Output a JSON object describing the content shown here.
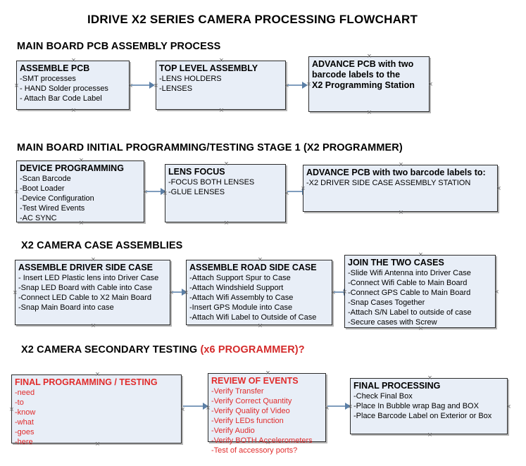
{
  "page": {
    "title": "IDRIVE X2  SERIES CAMERA PROCESSING FLOWCHART",
    "accent_color": "#d42a2a",
    "node_fill": "#e8eef7",
    "connector_color": "#5b7fa6"
  },
  "sections": [
    {
      "id": "main-board-pcb-assembly-process",
      "heading": "MAIN BOARD PCB ASSEMBLY PROCESS",
      "heading_accent": "",
      "nodes": [
        {
          "id": "assemble-pcb",
          "header": "ASSEMBLE PCB",
          "lines": [
            "-SMT processes",
            "- HAND Solder processes",
            "- Attach Bar Code Label"
          ]
        },
        {
          "id": "top-level-assembly",
          "header": "TOP LEVEL ASSEMBLY",
          "lines": [
            "-LENS HOLDERS",
            "-LENSES"
          ]
        },
        {
          "id": "advance-pcb-programming-station",
          "header": "ADVANCE PCB with two barcode labels to the  X2 Programming Station",
          "header_lines": [
            "ADVANCE PCB with two",
            "barcode labels to the",
            " X2 Programming Station"
          ],
          "lines": []
        }
      ]
    },
    {
      "id": "main-board-initial-programming",
      "heading": "MAIN BOARD INITIAL PROGRAMMING/TESTING STAGE 1 (X2 PROGRAMMER)",
      "heading_accent": "",
      "nodes": [
        {
          "id": "device-programming",
          "header": "DEVICE PROGRAMMING",
          "lines": [
            "-Scan Barcode",
            "-Boot Loader",
            "-Device Configuration",
            "-Test Wired Events",
            "-AC SYNC"
          ]
        },
        {
          "id": "lens-focus",
          "header": "LENS FOCUS",
          "lines": [
            "-FOCUS BOTH LENSES",
            "-GLUE LENSES"
          ]
        },
        {
          "id": "advance-pcb-driver-side-case",
          "header": "ADVANCE PCB with two barcode labels to:",
          "lines": [
            "-X2 DRIVER  SIDE  CASE  ASSEMBLY STATION"
          ]
        }
      ]
    },
    {
      "id": "x2-camera-case-assemblies",
      "heading": "X2 CAMERA CASE ASSEMBLIES",
      "heading_accent": "",
      "nodes": [
        {
          "id": "assemble-driver-side-case",
          "header": "ASSEMBLE DRIVER SIDE CASE",
          "lines": [
            "- Insert LED Plastic lens into Driver Case",
            "-Snap LED Board with Cable into Case",
            "-Connect LED Cable to X2 Main Board",
            "-Snap Main Board into case"
          ]
        },
        {
          "id": "assemble-road-side-case",
          "header": "ASSEMBLE ROAD SIDE CASE",
          "lines": [
            "-Attach Support Spur to Case",
            "-Attach Windshield Support",
            "-Attach Wifi Assembly to Case",
            "-Insert GPS Module into Case",
            "-Attach Wifi Label to Outside of Case"
          ]
        },
        {
          "id": "join-the-two-cases",
          "header": "JOIN THE TWO CASES",
          "lines": [
            "-Slide Wifi Antenna into Driver Case",
            "-Connect Wifi Cable to Main Board",
            "-Connect GPS Cable to Main Board",
            "-Snap Cases Together",
            "-Attach S/N Label to outside of case",
            "-Secure cases with Screw"
          ]
        }
      ]
    },
    {
      "id": "x2-camera-secondary-testing",
      "heading": "X2 CAMERA SECONDARY TESTING ",
      "heading_accent": "(x6 PROGRAMMER)?",
      "nodes": [
        {
          "id": "final-programming-testing",
          "header": "FINAL PROGRAMMING / TESTING",
          "red": true,
          "lines": [
            "-need",
            "-to",
            "-know",
            "-what",
            "-goes",
            "-here"
          ]
        },
        {
          "id": "review-of-events",
          "header": "REVIEW OF EVENTS",
          "red": true,
          "lines": [
            "-Verify Transfer",
            "-Verify Correct Quantity",
            "-Verify Quality of Video",
            "-Verify LEDs function",
            "-Verify Audio",
            "-Verify BOTH Accelerometers",
            "-Test of accessory ports?"
          ]
        },
        {
          "id": "final-processing",
          "header": "FINAL PROCESSING",
          "lines": [
            " -Check Final Box",
            "-Place In Bubble wrap Bag and BOX",
            "-Place Barcode Label on Exterior or Box"
          ]
        }
      ]
    }
  ]
}
